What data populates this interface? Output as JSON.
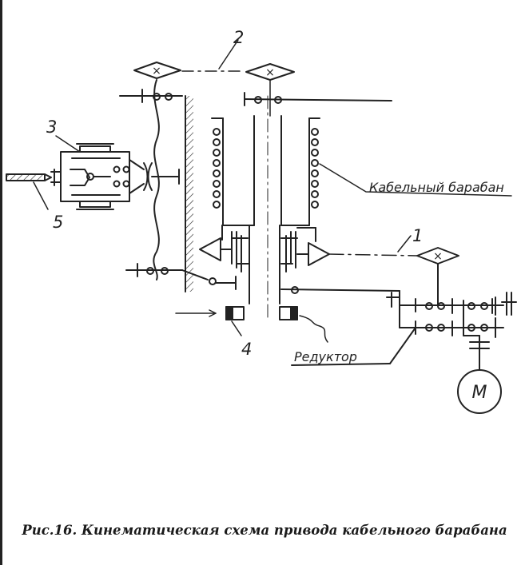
{
  "labels": {
    "n1": "1",
    "n2": "2",
    "n3": "3",
    "n4": "4",
    "n5": "5",
    "drum": "Кабельный барабан",
    "reducer": "Редуктор",
    "motor": "M"
  },
  "caption": "Рис.16. Кинематическая схема привода кабельного барабана",
  "colors": {
    "ink": "#222222",
    "paper": "#ffffff"
  }
}
